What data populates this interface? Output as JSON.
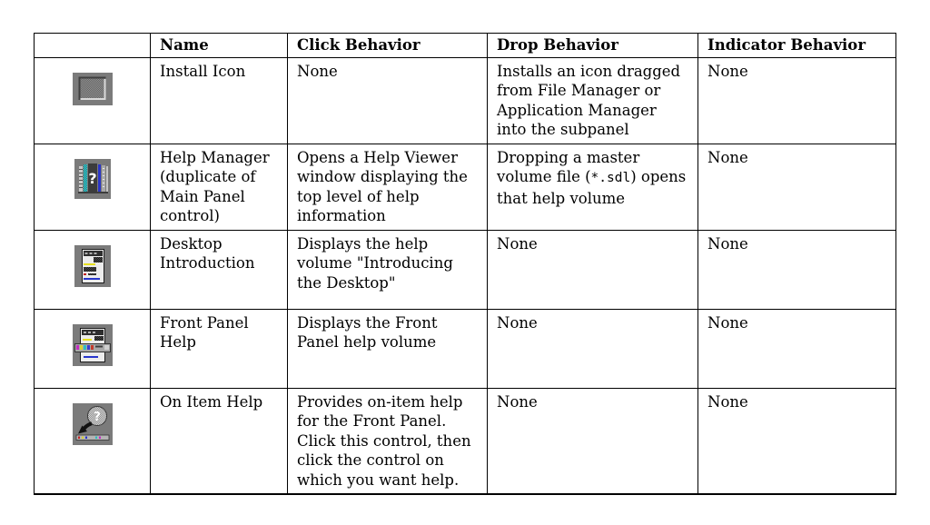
{
  "colors": {
    "table_border": "#000000",
    "page_background": "#ffffff",
    "icon_background": "#7b7b7b"
  },
  "table": {
    "columns": [
      {
        "label": ""
      },
      {
        "label": "Name"
      },
      {
        "label": "Click Behavior"
      },
      {
        "label": "Drop Behavior"
      },
      {
        "label": "Indicator Behavior"
      }
    ],
    "rows": [
      {
        "icon": "install-icon",
        "name": [
          {
            "t": "Install Icon"
          }
        ],
        "click": [
          {
            "t": "None"
          }
        ],
        "drop": [
          {
            "t": "Installs an icon dragged from File Manager or Application Manager into the subpanel"
          }
        ],
        "indicator": [
          {
            "t": "None"
          }
        ]
      },
      {
        "icon": "help-manager-icon",
        "name": [
          {
            "t": "Help Manager (duplicate of Main Panel control)"
          }
        ],
        "click": [
          {
            "t": "Opens a Help Viewer window displaying the top level of help information"
          }
        ],
        "drop": [
          {
            "t": "Dropping a master volume file ("
          },
          {
            "t": "*.sdl",
            "mono": true
          },
          {
            "t": ") opens that help volume"
          }
        ],
        "indicator": [
          {
            "t": "None"
          }
        ]
      },
      {
        "icon": "desktop-introduction-icon",
        "name": [
          {
            "t": "Desktop Introduction"
          }
        ],
        "click": [
          {
            "t": "Displays the help volume \"Introducing the Desktop\""
          }
        ],
        "drop": [
          {
            "t": "None"
          }
        ],
        "indicator": [
          {
            "t": "None"
          }
        ]
      },
      {
        "icon": "front-panel-help-icon",
        "name": [
          {
            "t": "Front Panel Help"
          }
        ],
        "click": [
          {
            "t": "Displays the Front Panel help volume"
          }
        ],
        "drop": [
          {
            "t": "None"
          }
        ],
        "indicator": [
          {
            "t": "None"
          }
        ]
      },
      {
        "icon": "on-item-help-icon",
        "name": [
          {
            "t": "On Item Help"
          }
        ],
        "click": [
          {
            "t": "Provides on-item help for the Front Panel. Click this control, then click the control on which you want help."
          }
        ],
        "drop": [
          {
            "t": "None"
          }
        ],
        "indicator": [
          {
            "t": "None"
          }
        ]
      }
    ]
  }
}
